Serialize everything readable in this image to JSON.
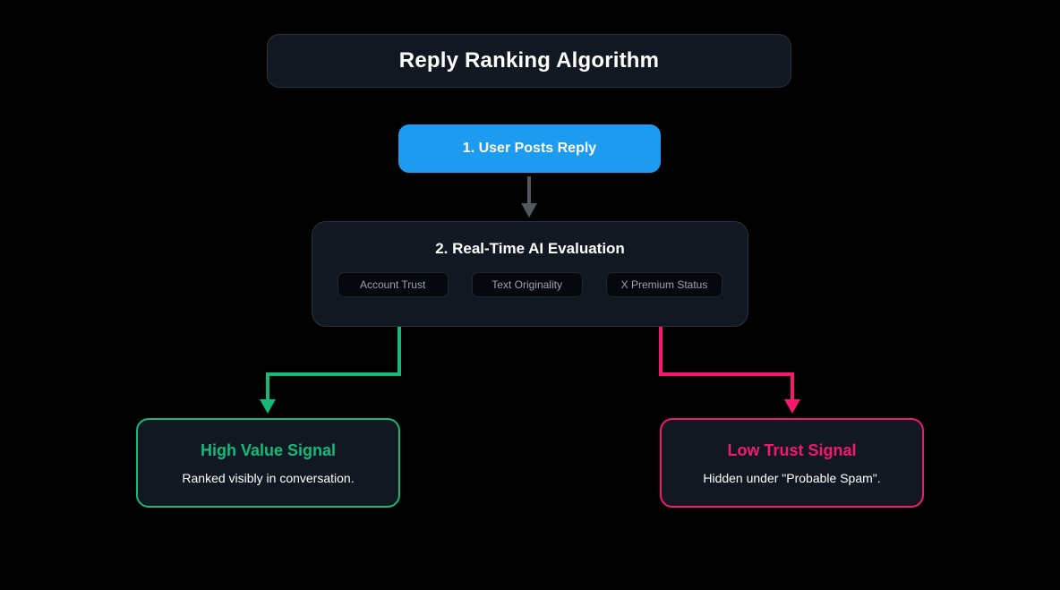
{
  "diagram": {
    "title": "Reply Ranking Algorithm",
    "background_color": "#000000",
    "steps": {
      "step1": {
        "label": "1. User Posts Reply",
        "color": "#1d9bf0"
      },
      "connector_arrow": {
        "icon": "arrow-down-icon",
        "color": "#53585d"
      },
      "step2": {
        "label": "2. Real-Time AI Evaluation",
        "chips": [
          {
            "label": "Account Trust"
          },
          {
            "label": "Text Originality"
          },
          {
            "label": "X Premium Status"
          }
        ]
      }
    },
    "branches": [
      {
        "key": "high-value",
        "heading": "High Value Signal",
        "body": "Ranked visibly in conversation.",
        "color": "#18b877",
        "arrow_icon": "arrow-down-icon"
      },
      {
        "key": "low-trust",
        "heading": "Low Trust Signal",
        "body": "Hidden under \"Probable Spam\".",
        "color": "#f4186e",
        "arrow_icon": "arrow-down-icon"
      }
    ]
  }
}
